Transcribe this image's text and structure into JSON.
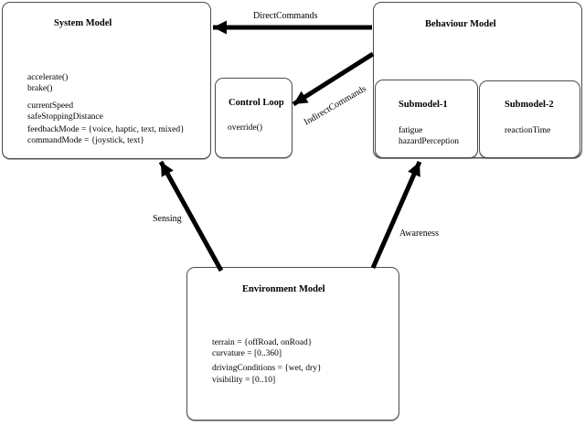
{
  "colors": {
    "background": "#ffffff",
    "box_border": "#4d4d4d",
    "arrow": "#000000",
    "text": "#000000"
  },
  "boxes": {
    "system_model": {
      "title": "System Model",
      "attributes": [
        "accelerate()",
        "brake()",
        "currentSpeed",
        "safeStoppingDistance",
        "feedbackMode = {voice, haptic, text, mixed}",
        "commandMode = {joystick, text}"
      ]
    },
    "behaviour_model": {
      "title": "Behaviour Model"
    },
    "control_loop": {
      "title": "Control Loop",
      "attributes": [
        "override()"
      ]
    },
    "submodel_1": {
      "title": "Submodel-1",
      "attributes": [
        "fatigue",
        "hazardPerception"
      ]
    },
    "submodel_2": {
      "title": "Submodel-2",
      "attributes": [
        "reactionTime"
      ]
    },
    "environment_model": {
      "title": "Environment Model",
      "attributes": [
        "terrain = {offRoad, onRoad}",
        "curvature = [0..360]",
        "drivingConditions = {wet, dry}",
        "visibility = [0..10]"
      ]
    }
  },
  "arrows": {
    "direct_commands": {
      "label": "DirectCommands",
      "from": "Behaviour Model",
      "to": "System Model"
    },
    "indirect_commands": {
      "label": "IndirectCommands",
      "from": "Behaviour Model",
      "to": "Control Loop"
    },
    "sensing": {
      "label": "Sensing",
      "from": "Environment Model",
      "to": "System Model"
    },
    "awareness": {
      "label": "Awareness",
      "from": "Environment Model",
      "to": "Submodel-1"
    }
  }
}
